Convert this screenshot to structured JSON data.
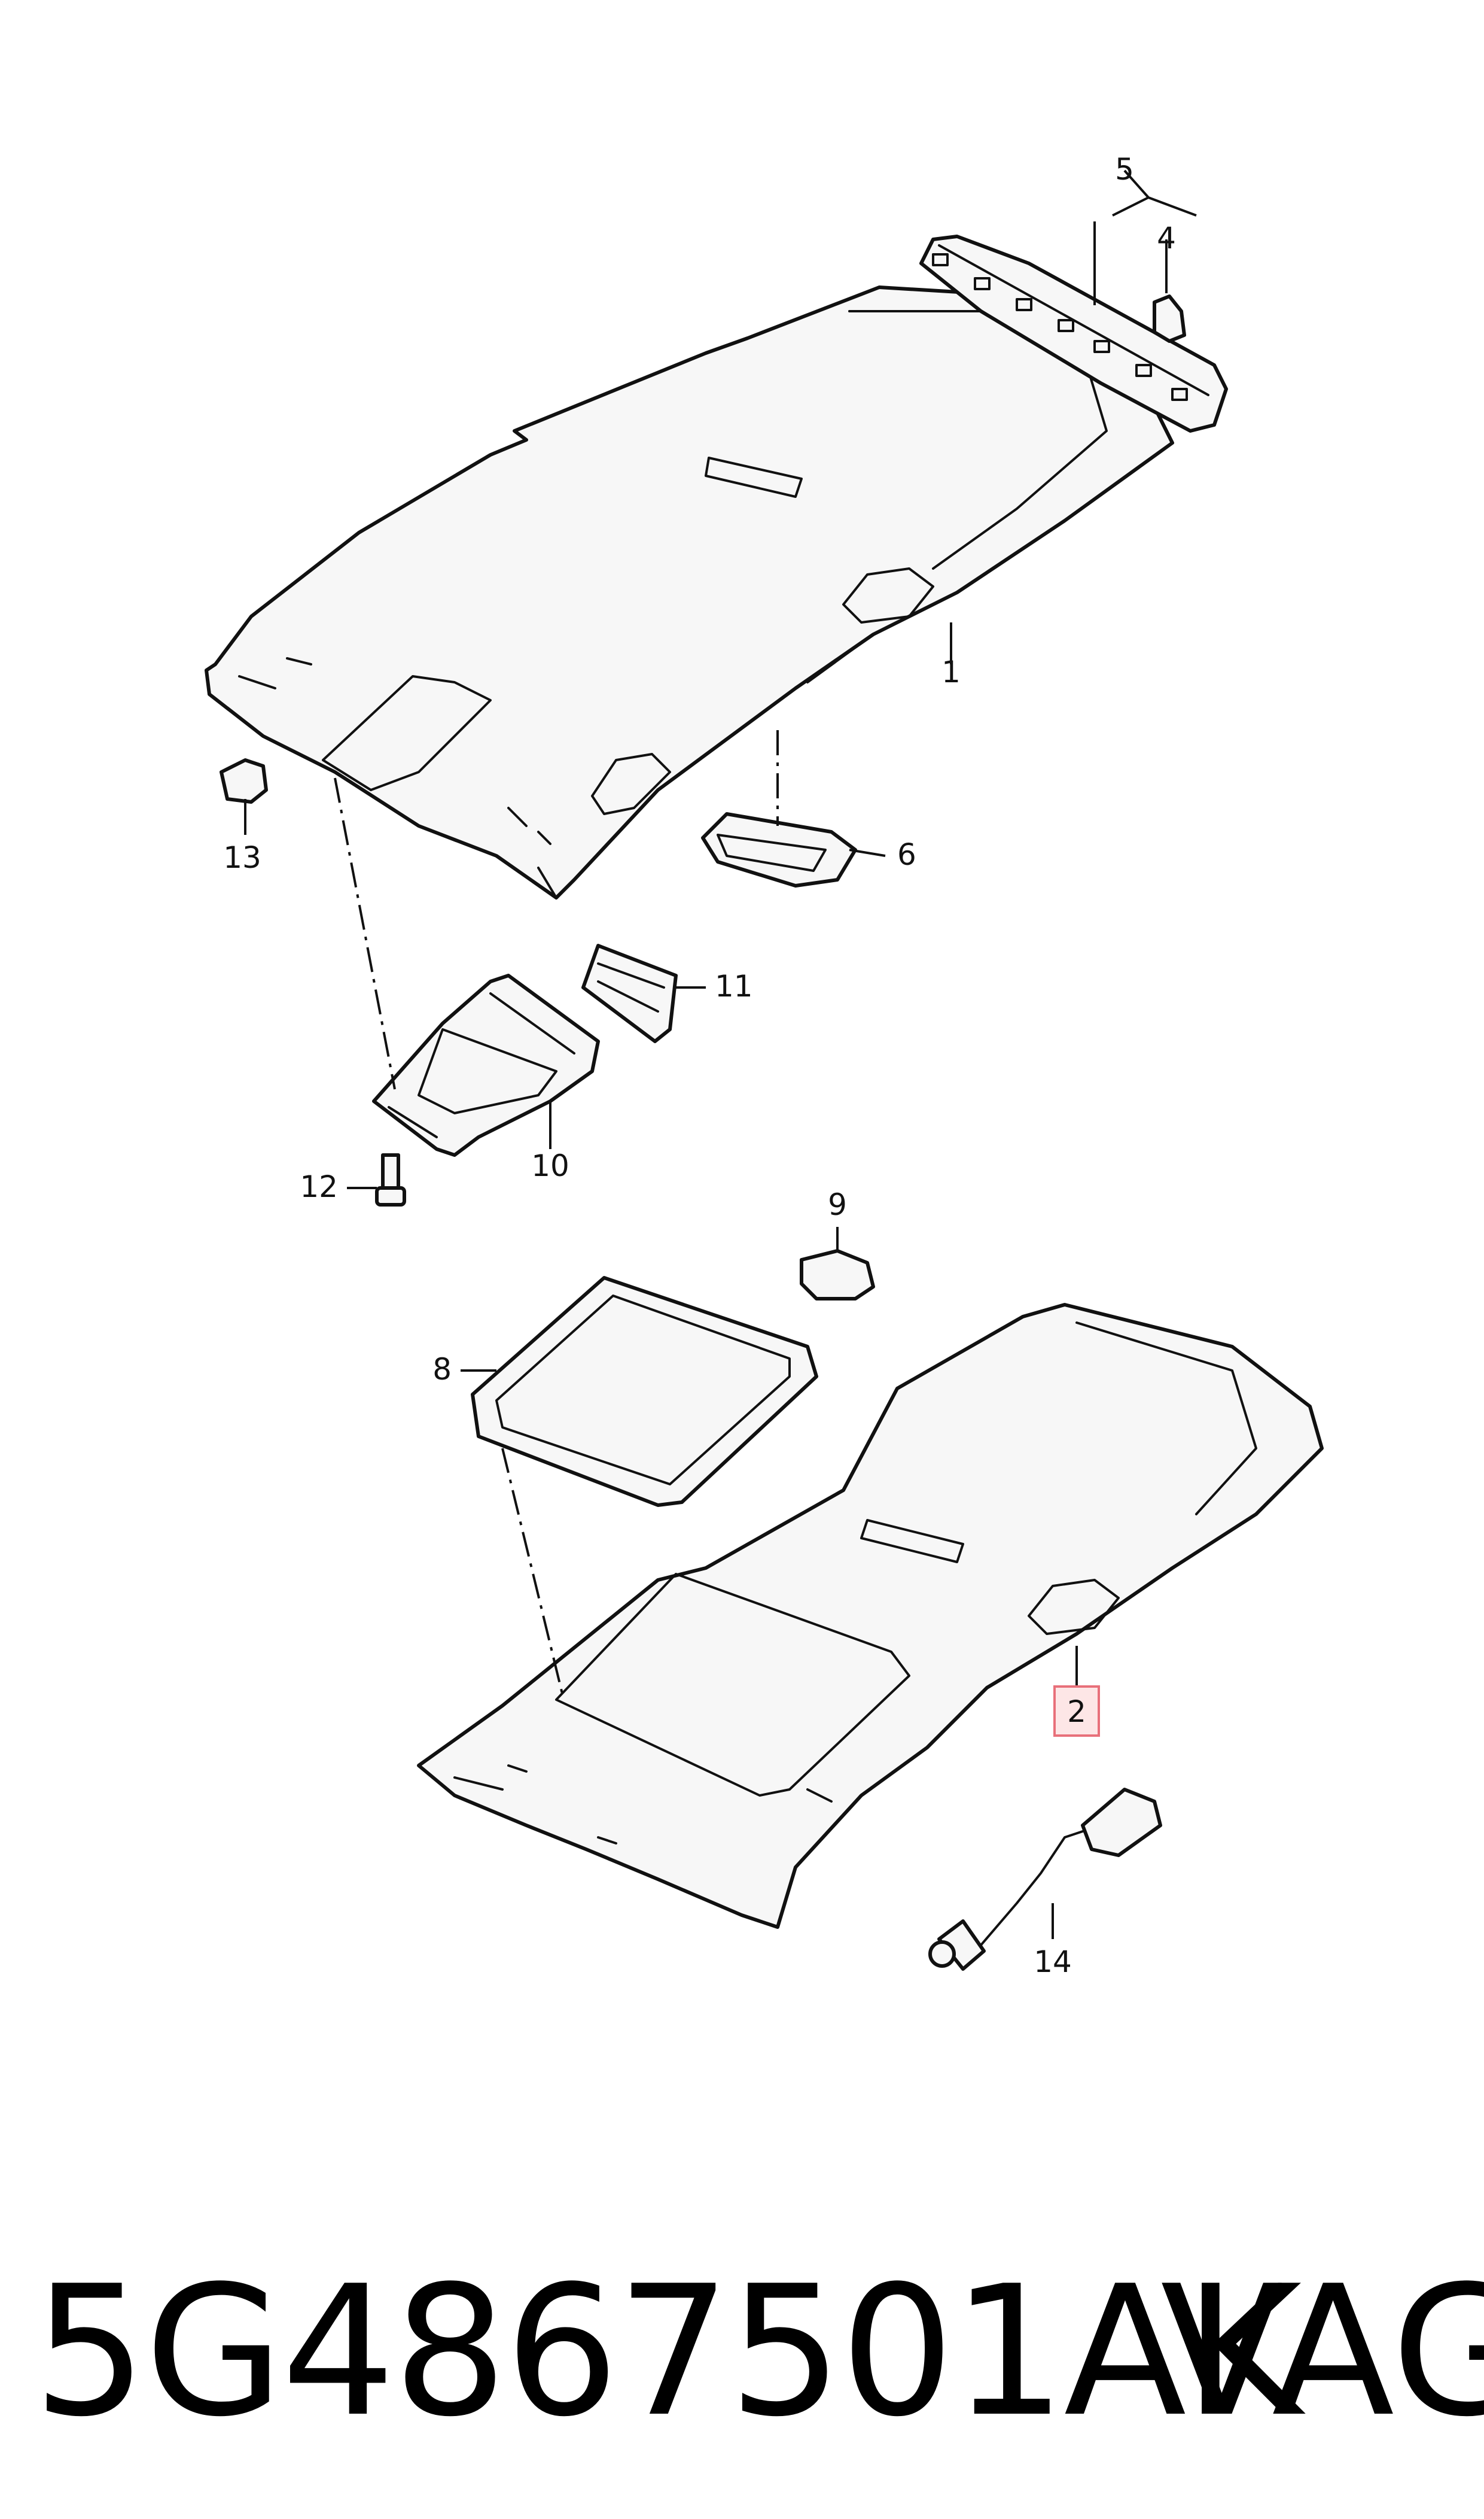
{
  "diagram": {
    "callouts": {
      "c1": "1",
      "c2": "2",
      "c4": "4",
      "c5": "5",
      "c6": "6",
      "c8": "8",
      "c9": "9",
      "c10": "10",
      "c11": "11",
      "c12": "12",
      "c13": "13",
      "c14": "14"
    },
    "highlighted_callout": "2",
    "highlight_color": "#e8707a"
  },
  "footer": {
    "part_number": "5G4867501AK",
    "brand": "VAG"
  }
}
